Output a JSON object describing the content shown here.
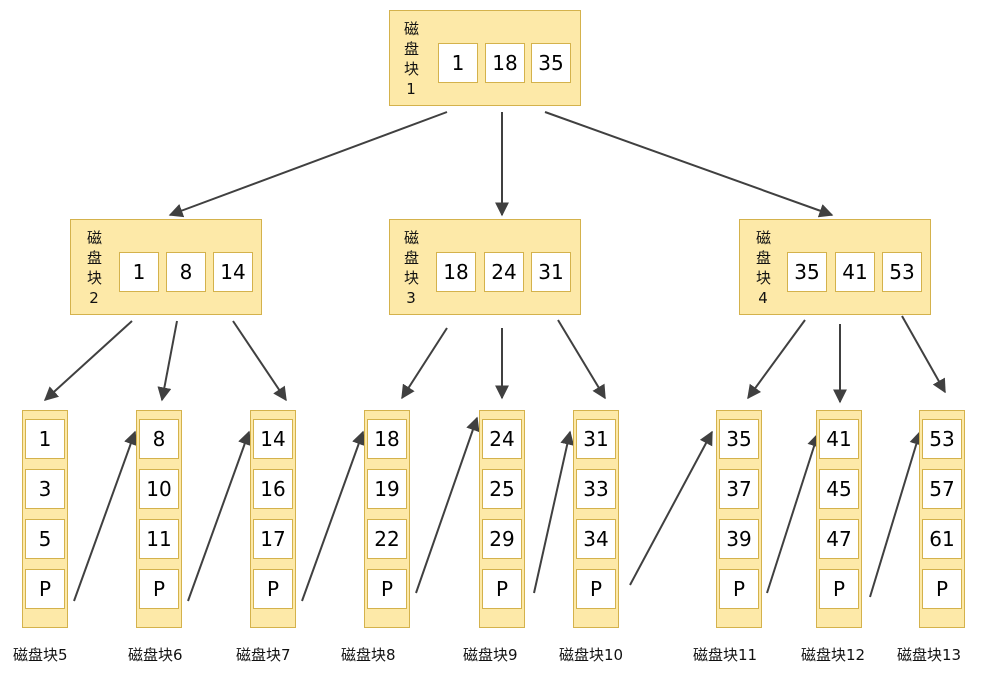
{
  "colors": {
    "node_fill": "#fde9a8",
    "node_border": "#d4b24c",
    "key_fill": "#ffffff",
    "edge": "#404040"
  },
  "root": {
    "label": "磁盘块1",
    "keys": [
      "1",
      "18",
      "35"
    ]
  },
  "internal": [
    {
      "label": "磁盘块2",
      "keys": [
        "1",
        "8",
        "14"
      ]
    },
    {
      "label": "磁盘块3",
      "keys": [
        "18",
        "24",
        "31"
      ]
    },
    {
      "label": "磁盘块4",
      "keys": [
        "35",
        "41",
        "53"
      ]
    }
  ],
  "leaves": [
    {
      "label": "磁盘块5",
      "keys": [
        "1",
        "3",
        "5",
        "P"
      ]
    },
    {
      "label": "磁盘块6",
      "keys": [
        "8",
        "10",
        "11",
        "P"
      ]
    },
    {
      "label": "磁盘块7",
      "keys": [
        "14",
        "16",
        "17",
        "P"
      ]
    },
    {
      "label": "磁盘块8",
      "keys": [
        "18",
        "19",
        "22",
        "P"
      ]
    },
    {
      "label": "磁盘块9",
      "keys": [
        "24",
        "25",
        "29",
        "P"
      ]
    },
    {
      "label": "磁盘块10",
      "keys": [
        "31",
        "33",
        "34",
        "P"
      ]
    },
    {
      "label": "磁盘块11",
      "keys": [
        "35",
        "37",
        "39",
        "P"
      ]
    },
    {
      "label": "磁盘块12",
      "keys": [
        "41",
        "45",
        "47",
        "P"
      ]
    },
    {
      "label": "磁盘块13",
      "keys": [
        "53",
        "57",
        "61",
        "P"
      ]
    }
  ]
}
